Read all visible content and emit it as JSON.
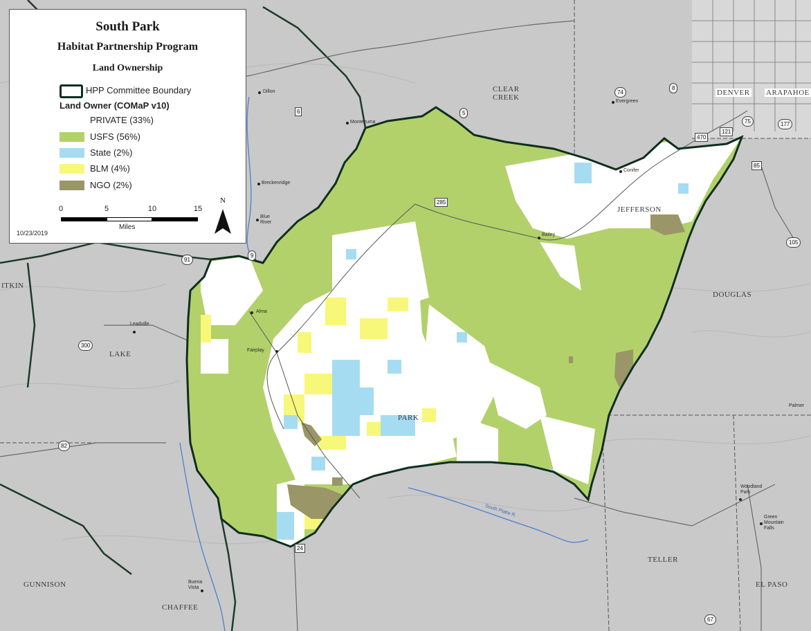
{
  "legend": {
    "title": "South Park",
    "subtitle": "Habitat Partnership Program",
    "map_type": "Land Ownership",
    "boundary_label": "HPP Committee Boundary",
    "land_owner_heading": "Land Owner (COMaP v10)",
    "classes": [
      {
        "label": "PRIVATE (33%)",
        "color": "#ffffff"
      },
      {
        "label": "USFS (56%)",
        "color": "#b2d16b"
      },
      {
        "label": "State (2%)",
        "color": "#a6dcf2"
      },
      {
        "label": "BLM (4%)",
        "color": "#f7f77a"
      },
      {
        "label": "NGO (2%)",
        "color": "#9a9667"
      }
    ],
    "scale": {
      "ticks": [
        "0",
        "5",
        "10",
        "15"
      ],
      "unit": "Miles"
    },
    "north": "N",
    "date": "10/23/2019"
  },
  "counties": {
    "clear_creek": [
      "CLEAR",
      "CREEK"
    ],
    "jefferson": "JEFFERSON",
    "denver": "DENVER",
    "arapahoe": "ARAPAHOE",
    "douglas": "DOUGLAS",
    "park": "PARK",
    "lake": "LAKE",
    "pitkin": "ITKIN",
    "gunnison": "GUNNISON",
    "chaffee": "CHAFFEE",
    "teller": "TELLER",
    "el_paso": "EL PASO"
  },
  "towns": {
    "dillon": "Dillon",
    "montezuma": "Montezuma",
    "breckenridge": "Breckenridge",
    "blue_river": [
      "Blue",
      "River"
    ],
    "alma": "Alma",
    "fairplay": "Fairplay",
    "leadville": "Leadville",
    "evergreen": "Evergreen",
    "conifer": "Conifer",
    "bailey": "Bailey",
    "buena_vista": [
      "Buena",
      "Vista"
    ],
    "woodland_park": [
      "Woodland",
      "Park"
    ],
    "green_mountain_falls": [
      "Green",
      "Mountain",
      "Falls"
    ],
    "palmer": "Palmer"
  },
  "routes": {
    "r285": "285",
    "r24": "24",
    "r9": "9",
    "r91": "91",
    "r6": "6",
    "r5": "5",
    "r74": "74",
    "r8": "8",
    "r470": "470",
    "r121": "121",
    "r75": "75",
    "r177": "177",
    "r85": "85",
    "r105": "105",
    "r300": "300",
    "r82": "82",
    "r67": "67"
  },
  "features": {
    "river": "South Platte R."
  },
  "colors": {
    "background": "#c9c9c9",
    "private": "#ffffff",
    "usfs": "#b2d16b",
    "state": "#a6dcf2",
    "blm": "#f7f77a",
    "ngo": "#9a9667",
    "boundary": "#0e2e1e",
    "river": "#4a7fd0"
  }
}
